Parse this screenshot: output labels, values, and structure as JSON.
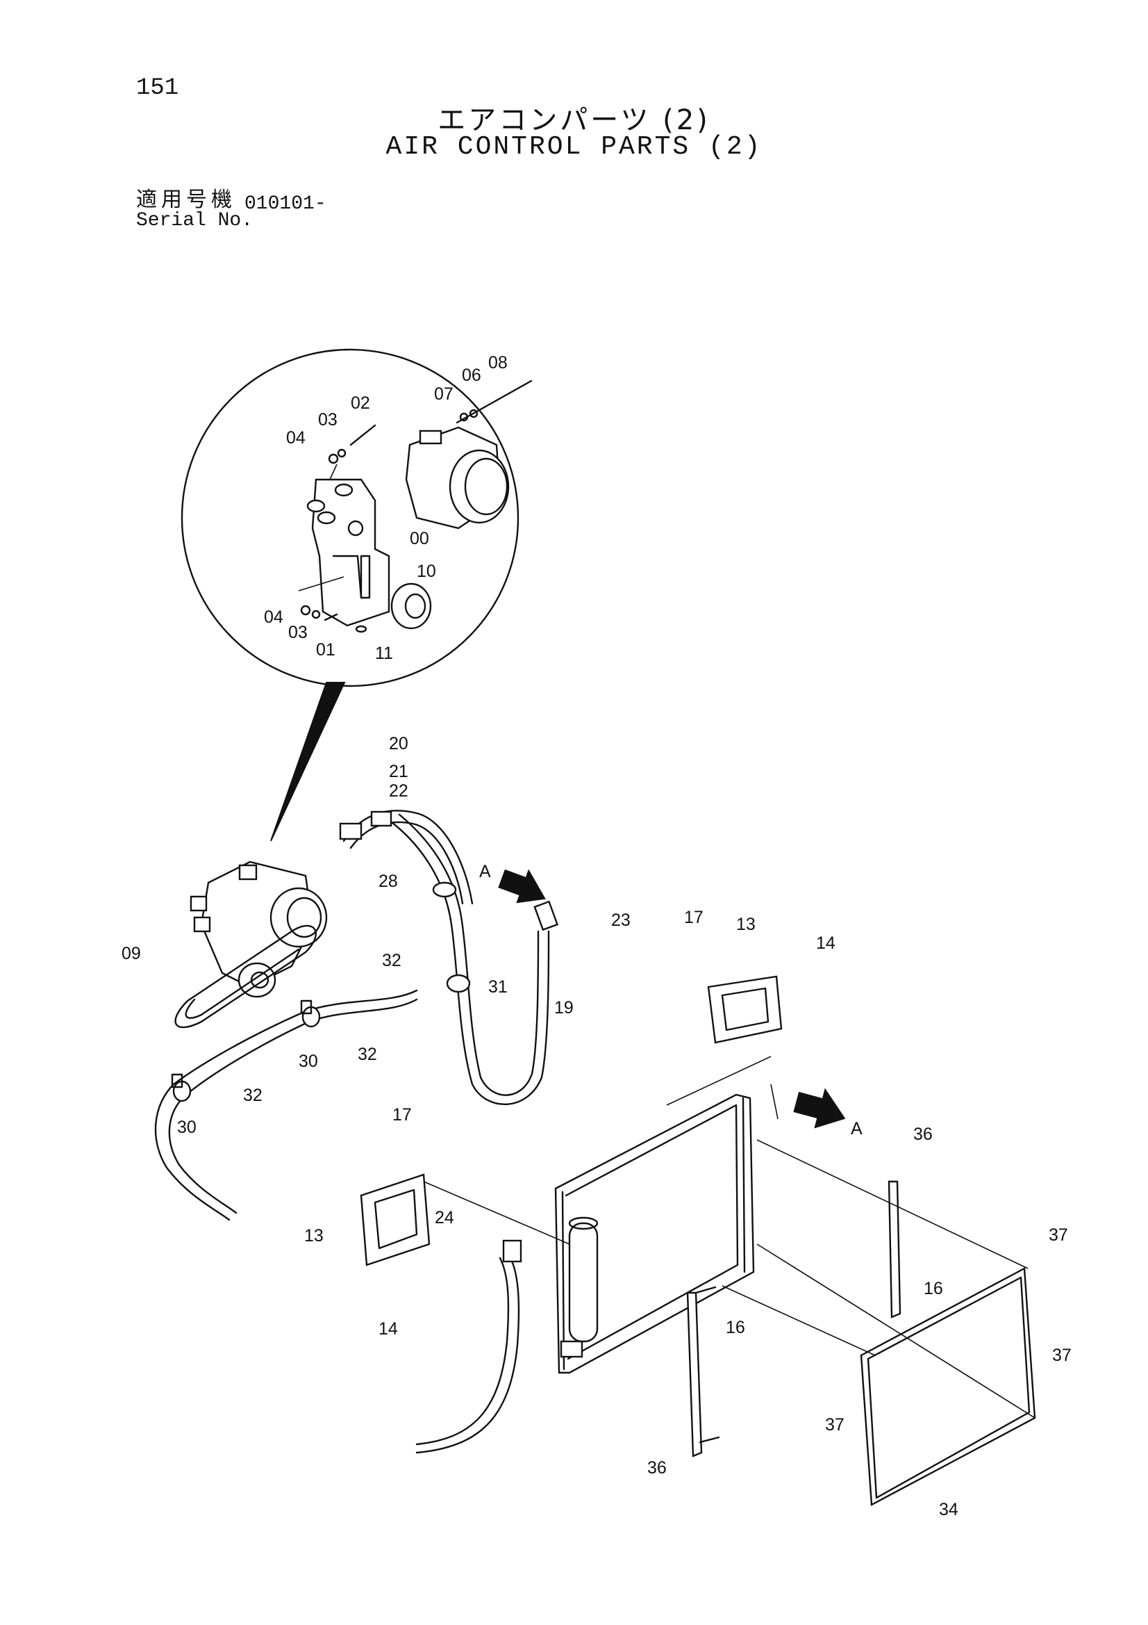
{
  "page_number": "151",
  "title_jp": "エアコンパーツ (2)",
  "title_en": "AIR CONTROL PARTS (2)",
  "serial": {
    "label_jp": "適用号機",
    "label_en": "Serial No.",
    "value": "010101-"
  },
  "view_marker": "A",
  "callouts": [
    "00",
    "01",
    "02",
    "03",
    "04",
    "06",
    "07",
    "08",
    "09",
    "10",
    "11",
    "13",
    "14",
    "16",
    "17",
    "19",
    "20",
    "21",
    "22",
    "23",
    "24",
    "28",
    "30",
    "31",
    "32",
    "34",
    "36",
    "37"
  ]
}
